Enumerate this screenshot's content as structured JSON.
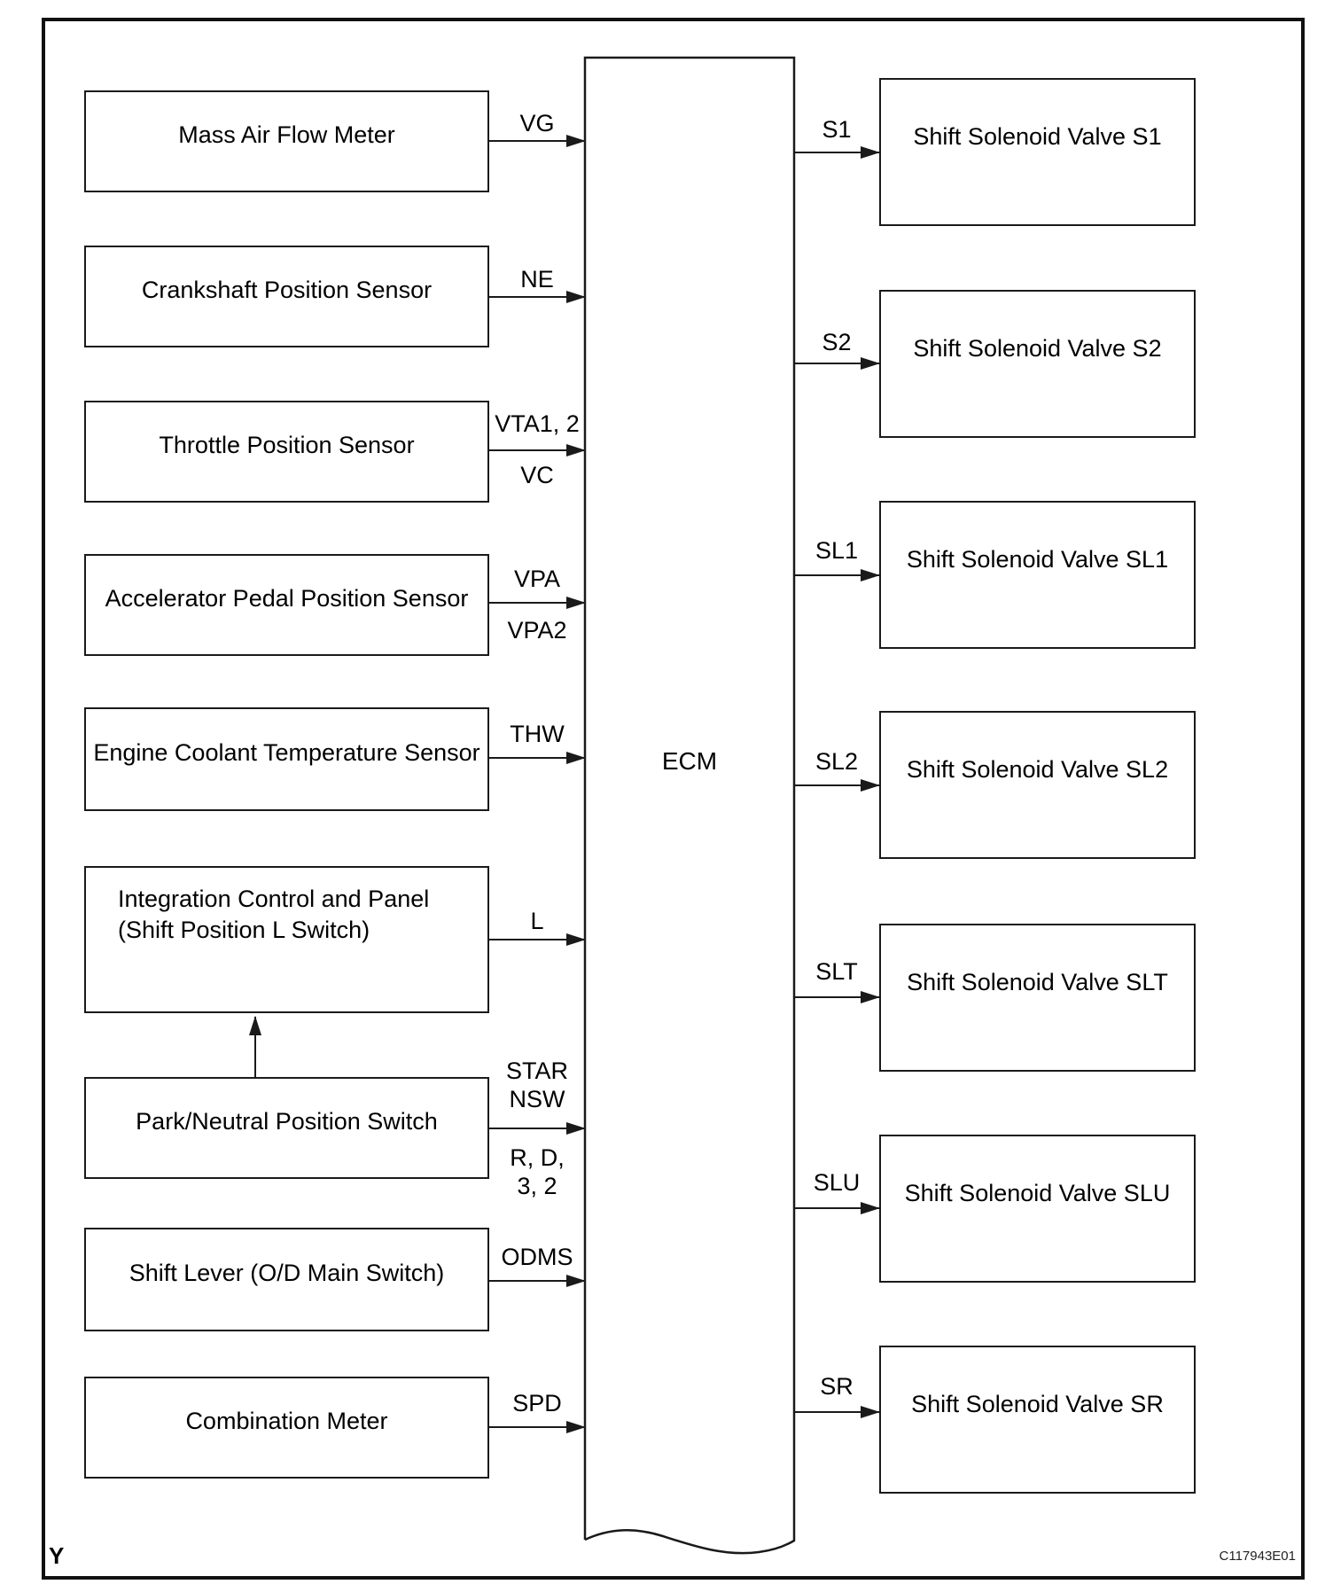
{
  "figure": {
    "ecm_label": "ECM",
    "corner_label": "Y",
    "figure_code": "C117943E01",
    "colors": {
      "line": "#1a1a1a",
      "background": "#ffffff"
    },
    "inputs": [
      {
        "label": "Mass Air Flow Meter",
        "signal_above": "VG",
        "signal_below": ""
      },
      {
        "label": "Crankshaft Position Sensor",
        "signal_above": "NE",
        "signal_below": ""
      },
      {
        "label": "Throttle Position Sensor",
        "signal_above": "VTA1, 2",
        "signal_below": "VC"
      },
      {
        "label": "Accelerator Pedal Position Sensor",
        "signal_above": "VPA",
        "signal_below": "VPA2"
      },
      {
        "label": "Engine Coolant Temperature Sensor",
        "signal_above": "THW",
        "signal_below": ""
      },
      {
        "label": "Integration Control and Panel\n(Shift Position L Switch)",
        "signal_above": "L",
        "signal_below": ""
      },
      {
        "label": "Park/Neutral Position Switch",
        "signal_above": "STAR\nNSW",
        "signal_below": "R, D,\n3, 2"
      },
      {
        "label": "Shift Lever (O/D Main Switch)",
        "signal_above": "ODMS",
        "signal_below": ""
      },
      {
        "label": "Combination Meter",
        "signal_above": "SPD",
        "signal_below": ""
      }
    ],
    "outputs": [
      {
        "signal": "S1",
        "label": "Shift Solenoid Valve S1"
      },
      {
        "signal": "S2",
        "label": "Shift Solenoid Valve S2"
      },
      {
        "signal": "SL1",
        "label": "Shift Solenoid Valve SL1"
      },
      {
        "signal": "SL2",
        "label": "Shift Solenoid Valve SL2"
      },
      {
        "signal": "SLT",
        "label": "Shift Solenoid Valve SLT"
      },
      {
        "signal": "SLU",
        "label": "Shift Solenoid Valve SLU"
      },
      {
        "signal": "SR",
        "label": "Shift Solenoid Valve SR"
      }
    ]
  }
}
